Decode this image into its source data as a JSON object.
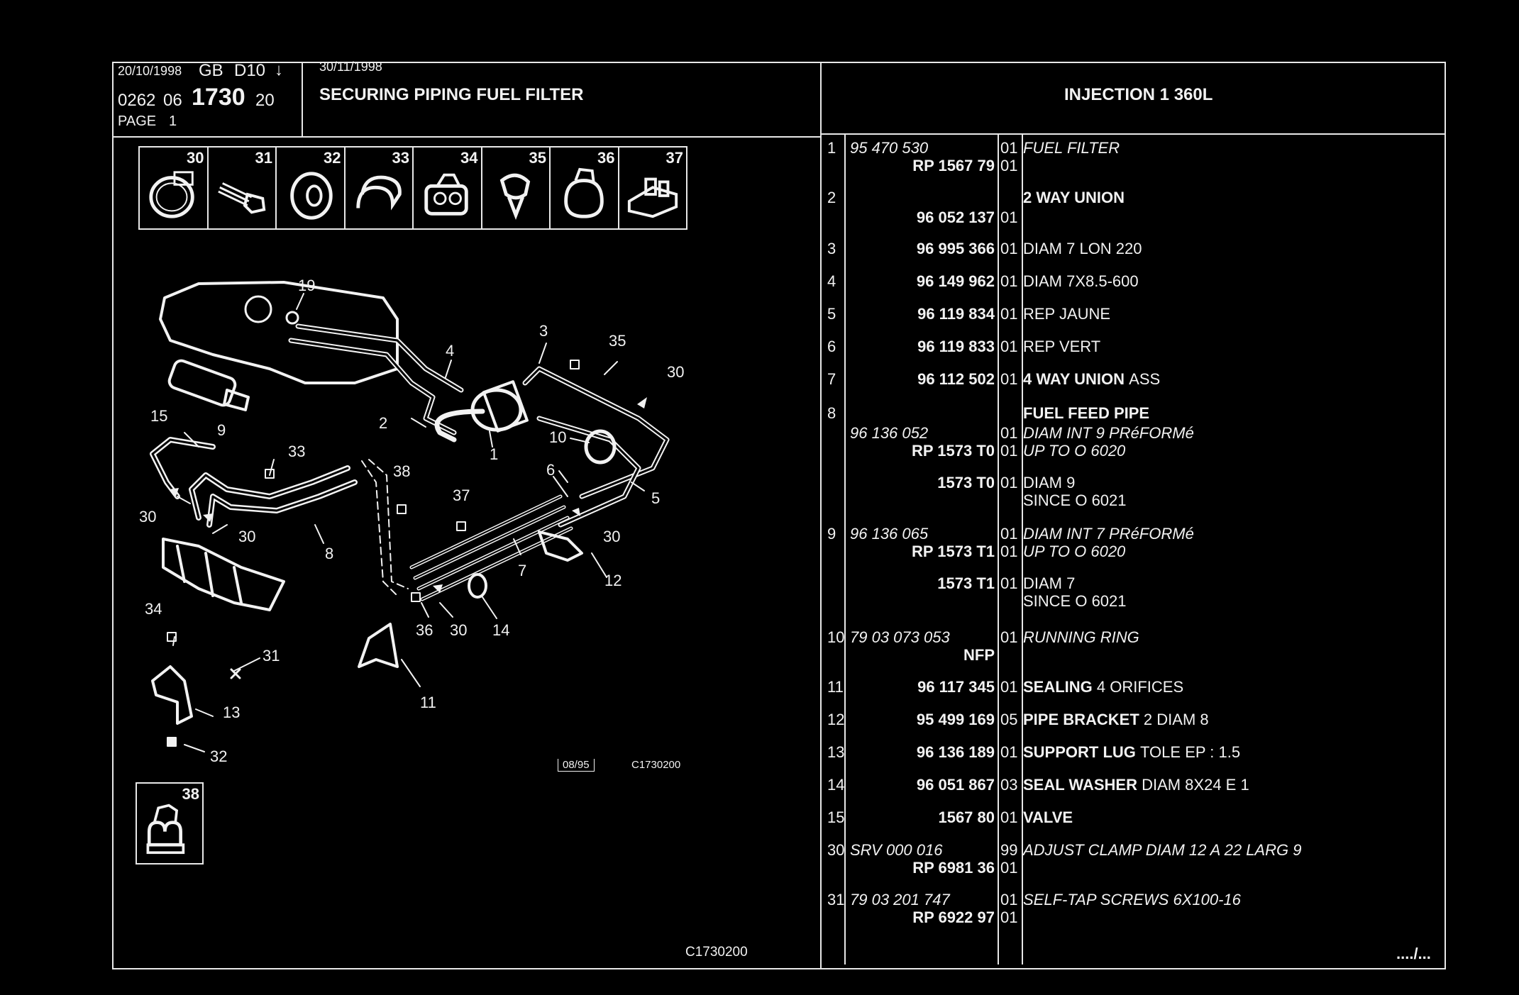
{
  "header": {
    "date1": "20/10/1998",
    "lang_code": "GB",
    "doc_code": "D10",
    "arrow": "↓",
    "ref_a": "0262",
    "ref_b": "06",
    "ref_main": "1730",
    "ref_c": "20",
    "page_label": "PAGE",
    "page_num": "1",
    "date2": "30/11/1998",
    "section_title": "SECURING PIPING FUEL FILTER",
    "model_title": "INJECTION 1 360L"
  },
  "thumbnails": [
    "30",
    "31",
    "32",
    "33",
    "34",
    "35",
    "36",
    "37"
  ],
  "thumb_38": "38",
  "diagram": {
    "callouts": [
      "19",
      "4",
      "3",
      "35",
      "30",
      "15",
      "9",
      "2",
      "1",
      "33",
      "10",
      "6",
      "5",
      "38",
      "37",
      "30",
      "30",
      "7",
      "30",
      "8",
      "12",
      "34",
      "36",
      "30",
      "14",
      "31",
      "13",
      "11",
      "32"
    ],
    "stamp_date": "08/95",
    "stamp_code": "C1730200",
    "footer_code": "C1730200"
  },
  "parts": [
    {
      "idx": "1",
      "lines": [
        {
          "ref": "95 470 530",
          "ref_style": "italic",
          "qty": "01",
          "desc": "FUEL FILTER",
          "desc_style": "italic"
        },
        {
          "ref": "RP 1567 79",
          "ref_style": "bold",
          "qty": "01",
          "desc": ""
        }
      ]
    },
    {
      "idx": "2",
      "lines": [
        {
          "ref": "",
          "qty": "",
          "desc": "2 WAY UNION",
          "desc_style": "bold"
        },
        {
          "ref": "96 052 137",
          "ref_style": "bold",
          "qty": "01",
          "desc": ""
        }
      ]
    },
    {
      "idx": "3",
      "lines": [
        {
          "ref": "96 995 366",
          "ref_style": "bold",
          "qty": "01",
          "desc": "DIAM 7 LON 220"
        }
      ]
    },
    {
      "idx": "4",
      "lines": [
        {
          "ref": "96 149 962",
          "ref_style": "bold",
          "qty": "01",
          "desc": "DIAM 7X8.5-600"
        }
      ]
    },
    {
      "idx": "5",
      "lines": [
        {
          "ref": "96 119 834",
          "ref_style": "bold",
          "qty": "01",
          "desc": "REP JAUNE"
        }
      ]
    },
    {
      "idx": "6",
      "lines": [
        {
          "ref": "96 119 833",
          "ref_style": "bold",
          "qty": "01",
          "desc": "REP VERT"
        }
      ]
    },
    {
      "idx": "7",
      "lines": [
        {
          "ref": "96 112 502",
          "ref_style": "bold",
          "qty": "01",
          "desc_bold": "4 WAY UNION",
          "desc": "ASS"
        }
      ]
    },
    {
      "idx": "8",
      "lines": [
        {
          "ref": "",
          "qty": "",
          "desc": "FUEL FEED PIPE",
          "desc_style": "bold"
        },
        {
          "ref": "96 136 052",
          "ref_style": "italic",
          "qty": "01",
          "desc": "DIAM INT 9 PRéFORMé",
          "desc_style": "italic"
        },
        {
          "ref": "RP 1573 T0",
          "ref_style": "bold",
          "qty": "01",
          "desc": "UP TO O 6020",
          "desc_style": "italic"
        },
        {
          "ref": "1573 T0",
          "ref_style": "bold",
          "qty": "01",
          "desc": "DIAM 9"
        },
        {
          "ref": "",
          "qty": "",
          "desc": "SINCE O 6021"
        }
      ]
    },
    {
      "idx": "9",
      "lines": [
        {
          "ref": "96 136 065",
          "ref_style": "italic",
          "qty": "01",
          "desc": "DIAM INT 7 PRéFORMé",
          "desc_style": "italic"
        },
        {
          "ref": "RP 1573 T1",
          "ref_style": "bold",
          "qty": "01",
          "desc": "UP TO O 6020",
          "desc_style": "italic"
        },
        {
          "ref": "1573 T1",
          "ref_style": "bold",
          "qty": "01",
          "desc": "DIAM 7"
        },
        {
          "ref": "",
          "qty": "",
          "desc": "SINCE O 6021"
        }
      ]
    },
    {
      "idx": "10",
      "lines": [
        {
          "ref": "79 03 073 053",
          "ref_style": "italic",
          "qty": "01",
          "desc": "RUNNING RING",
          "desc_style": "italic"
        },
        {
          "ref": "NFP",
          "ref_style": "bold",
          "qty": "",
          "desc": ""
        }
      ]
    },
    {
      "idx": "11",
      "lines": [
        {
          "ref": "96 117 345",
          "ref_style": "bold",
          "qty": "01",
          "desc_bold": "SEALING",
          "desc": "4 ORIFICES"
        }
      ]
    },
    {
      "idx": "12",
      "lines": [
        {
          "ref": "95 499 169",
          "ref_style": "bold",
          "qty": "05",
          "desc_bold": "PIPE BRACKET",
          "desc": "2 DIAM 8"
        }
      ]
    },
    {
      "idx": "13",
      "lines": [
        {
          "ref": "96 136 189",
          "ref_style": "bold",
          "qty": "01",
          "desc_bold": "SUPPORT LUG",
          "desc": "TOLE EP : 1.5"
        }
      ]
    },
    {
      "idx": "14",
      "lines": [
        {
          "ref": "96 051 867",
          "ref_style": "bold",
          "qty": "03",
          "desc_bold": "SEAL WASHER",
          "desc": "DIAM 8X24 E 1"
        }
      ]
    },
    {
      "idx": "15",
      "lines": [
        {
          "ref": "1567 80",
          "ref_style": "bold",
          "qty": "01",
          "desc": "VALVE",
          "desc_style": "bold"
        }
      ]
    },
    {
      "idx": "30",
      "lines": [
        {
          "ref": "SRV 000 016",
          "ref_style": "italic",
          "qty": "99",
          "desc": "ADJUST CLAMP DIAM 12 A 22 LARG 9",
          "desc_style": "italic"
        },
        {
          "ref": "RP 6981 36",
          "ref_style": "bold",
          "qty": "01",
          "desc": ""
        }
      ]
    },
    {
      "idx": "31",
      "lines": [
        {
          "ref": "79 03 201 747",
          "ref_style": "italic",
          "qty": "01",
          "desc": "SELF-TAP SCREWS 6X100-16",
          "desc_style": "italic"
        },
        {
          "ref": "RP 6922 97",
          "ref_style": "bold",
          "qty": "01",
          "desc": ""
        }
      ]
    }
  ],
  "continuation": "..../..."
}
